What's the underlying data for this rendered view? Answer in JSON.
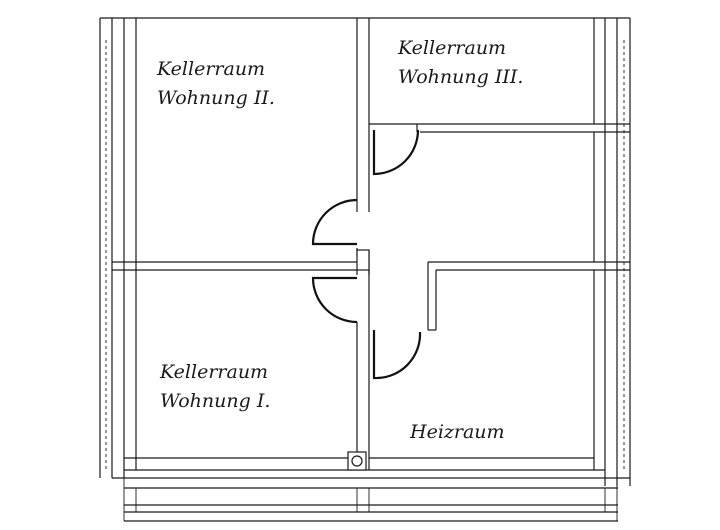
{
  "rooms": [
    {
      "id": "room-kellerraum-wohnung-2",
      "line1": "Kellerraum",
      "line2": "Wohnung II."
    },
    {
      "id": "room-kellerraum-wohnung-3",
      "line1": "Kellerraum",
      "line2": "Wohnung III."
    },
    {
      "id": "room-kellerraum-wohnung-1",
      "line1": "Kellerraum",
      "line2": "Wohnung I."
    },
    {
      "id": "room-heizraum",
      "line1": "Heizraum"
    }
  ]
}
